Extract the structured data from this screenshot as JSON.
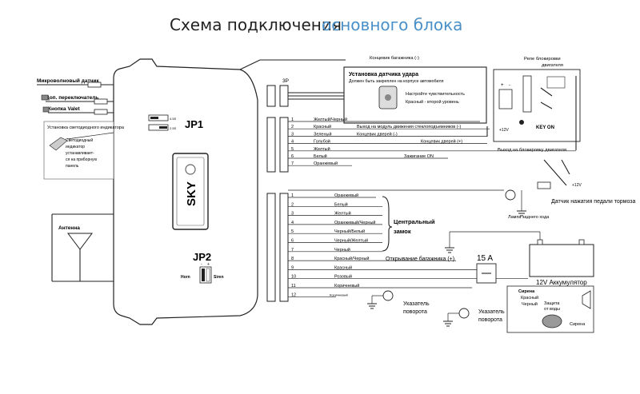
{
  "title": {
    "part1": "Схема подключения",
    "part2": "основного блока"
  },
  "left_labels": {
    "microwave": "Микроволновый датчик",
    "extra_switch": "Доп. переключатель",
    "valet": "Кнопка Valet",
    "led_title": "Установка светодиодного индикатора",
    "led_body": [
      "Светодиодный",
      "индикатор",
      "устанавливает-",
      "ся на приборную",
      "панель"
    ],
    "antenna": "Антенна"
  },
  "main_unit": {
    "jp1": "JP1",
    "jp2": "JP2",
    "jp1_pos_a": "4.5S",
    "jp1_pos_b": "2.5S",
    "jp2_horn": "Horn",
    "jp2_siren": "Siren",
    "jp2_minus": "-",
    "jp2_plus": "+",
    "logo": "SKY"
  },
  "connector_3p": "3P",
  "shock_sensor": {
    "title": "Установка датчика удара",
    "subtitle": "Должен быть закреплен на корпусе автомобиля",
    "sensitivity": "Настройте чувствительность",
    "levels": "Красный - второй уровень"
  },
  "trunk_switch": "Концевик багажника (-)",
  "relay": {
    "title": [
      "Реле блокировки",
      "двигателя"
    ],
    "key_on": "KEY ON",
    "plus": "+",
    "minus": "-",
    "plus12": "+12V"
  },
  "conn_upper": [
    {
      "n": "1",
      "color": "Желтый/Черный",
      "desc": ""
    },
    {
      "n": "2",
      "color": "Красный",
      "desc": "Выход на модуль движения стеклоподъемников (-)"
    },
    {
      "n": "3",
      "color": "Зеленый",
      "desc": "Концевик дверей (-)"
    },
    {
      "n": "4",
      "color": "Голубой",
      "desc": "Концевик дверей (+)"
    },
    {
      "n": "5",
      "color": "Желтый",
      "desc": "Выход на блокировку двигателя"
    },
    {
      "n": "6",
      "color": "Белый",
      "desc": "Зажигание ON"
    },
    {
      "n": "7",
      "color": "Оранжевый",
      "desc": ""
    }
  ],
  "conn_lower": [
    {
      "n": "1",
      "color": "Оранжевый"
    },
    {
      "n": "2",
      "color": "Белый"
    },
    {
      "n": "3",
      "color": "Желтый"
    },
    {
      "n": "4",
      "color": "Оранжевый/Черный"
    },
    {
      "n": "5",
      "color": "Черный/Белый"
    },
    {
      "n": "6",
      "color": "Черный/Желтый"
    },
    {
      "n": "7",
      "color": "Черный"
    },
    {
      "n": "8",
      "color": "Красный/Черный"
    },
    {
      "n": "9",
      "color": "Красный"
    },
    {
      "n": "10",
      "color": "Розовый"
    },
    {
      "n": "11",
      "color": "Коричневый"
    },
    {
      "n": "12",
      "color": "Коричневый"
    }
  ],
  "central_lock": "Центральный замок",
  "trunk_open": "Открывание багажника (+)",
  "fuse": "15 A",
  "battery": "12V Аккумулятор",
  "brake": {
    "lamp": "Лампа заднего хода",
    "pedal": "Датчик нажатия педали тормоза",
    "plus12": "+12V"
  },
  "turn_signal": "Указатель поворота",
  "siren": {
    "title": "Сирена",
    "red": "Красный",
    "black": "Черный",
    "protect": "Защита от воды",
    "siren": "Сирена"
  }
}
